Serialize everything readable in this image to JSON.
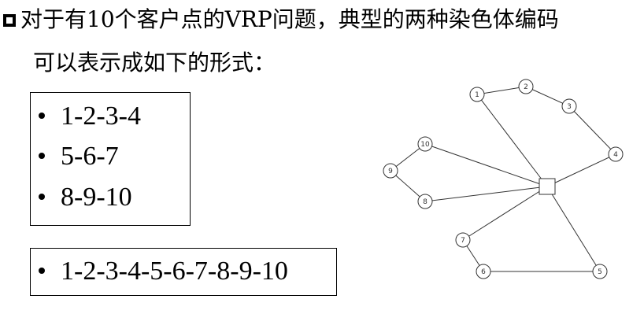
{
  "heading": {
    "line1": "对于有10个客户点的VRP问题，典型的两种染色体编码",
    "line2": "可以表示成如下的形式："
  },
  "routes": [
    "1-2-3-4",
    "5-6-7",
    "8-9-10"
  ],
  "chromosome": "1-2-3-4-5-6-7-8-9-10",
  "graph": {
    "depot": "depot",
    "nodes": [
      {
        "id": "1",
        "label": "1"
      },
      {
        "id": "2",
        "label": "2"
      },
      {
        "id": "3",
        "label": "3"
      },
      {
        "id": "4",
        "label": "4"
      },
      {
        "id": "5",
        "label": "5"
      },
      {
        "id": "6",
        "label": "6"
      },
      {
        "id": "7",
        "label": "7"
      },
      {
        "id": "8",
        "label": "8"
      },
      {
        "id": "9",
        "label": "9"
      },
      {
        "id": "10",
        "label": "10"
      }
    ],
    "edges": [
      [
        "depot",
        "1"
      ],
      [
        "1",
        "2"
      ],
      [
        "2",
        "3"
      ],
      [
        "3",
        "4"
      ],
      [
        "4",
        "depot"
      ],
      [
        "depot",
        "5"
      ],
      [
        "5",
        "6"
      ],
      [
        "6",
        "7"
      ],
      [
        "7",
        "depot"
      ],
      [
        "depot",
        "8"
      ],
      [
        "8",
        "9"
      ],
      [
        "9",
        "10"
      ],
      [
        "10",
        "depot"
      ]
    ]
  }
}
